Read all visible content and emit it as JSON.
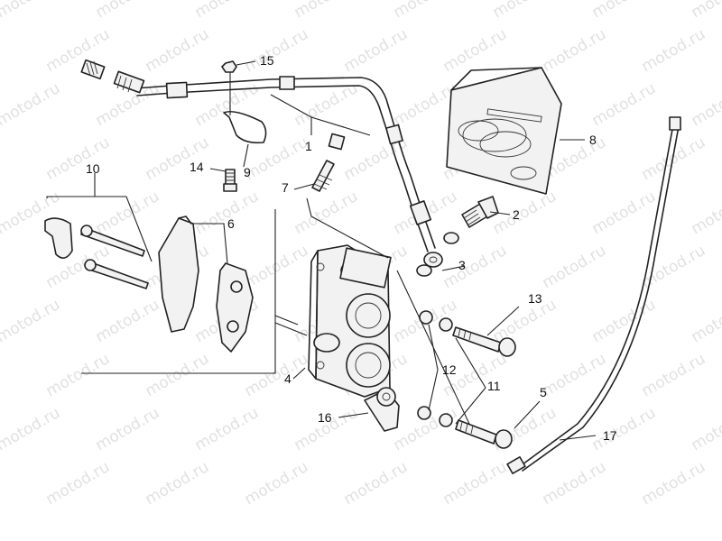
{
  "watermark": {
    "text": "motod.ru"
  },
  "callouts": [
    {
      "id": "1",
      "label": "1"
    },
    {
      "id": "2",
      "label": "2"
    },
    {
      "id": "3",
      "label": "3"
    },
    {
      "id": "4",
      "label": "4"
    },
    {
      "id": "5",
      "label": "5"
    },
    {
      "id": "6",
      "label": "6"
    },
    {
      "id": "7",
      "label": "7"
    },
    {
      "id": "8",
      "label": "8"
    },
    {
      "id": "9",
      "label": "9"
    },
    {
      "id": "10",
      "label": "10"
    },
    {
      "id": "11",
      "label": "11"
    },
    {
      "id": "12",
      "label": "12"
    },
    {
      "id": "13",
      "label": "13"
    },
    {
      "id": "14",
      "label": "14"
    },
    {
      "id": "15",
      "label": "15"
    },
    {
      "id": "16",
      "label": "16"
    },
    {
      "id": "17",
      "label": "17"
    }
  ]
}
